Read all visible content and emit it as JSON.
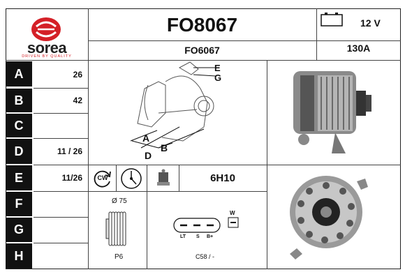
{
  "header": {
    "brand": "sorea",
    "tagline": "DRIVEN BY QUALITY",
    "part_number": "FO8067",
    "sub_number": "FO6067",
    "voltage": "12 V",
    "amperage": "130A"
  },
  "spec_rows": [
    {
      "letter": "A",
      "value": "26"
    },
    {
      "letter": "B",
      "value": "42"
    },
    {
      "letter": "C",
      "value": ""
    },
    {
      "letter": "D",
      "value": "11 / 26"
    },
    {
      "letter": "E",
      "value": "11/26"
    },
    {
      "letter": "F",
      "value": ""
    },
    {
      "letter": "G",
      "value": ""
    },
    {
      "letter": "H",
      "value": ""
    }
  ],
  "diagram_labels": {
    "a": "A",
    "b": "B",
    "d": "D",
    "e": "E",
    "g": "G"
  },
  "rotation": "CW",
  "clock_position": "6H10",
  "pulley": {
    "diameter": "Ø 75",
    "type": "P6"
  },
  "connector": {
    "w": "W",
    "lt": "LT",
    "s": "S",
    "bplus": "B+",
    "code": "C58 / -"
  },
  "colors": {
    "logo_red": "#d42027",
    "black": "#111111"
  }
}
